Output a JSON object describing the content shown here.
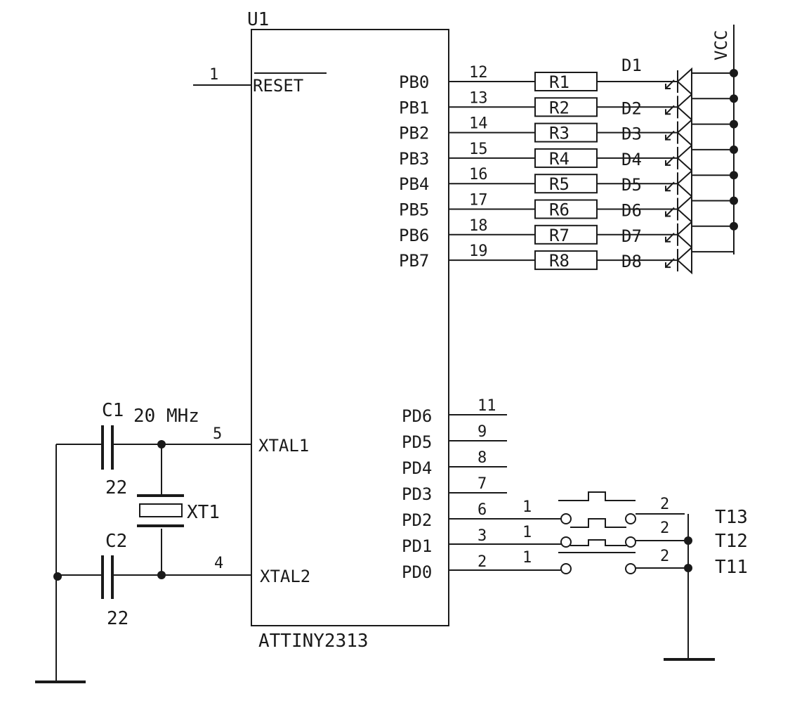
{
  "ic": {
    "ref": "U1",
    "part": "ATTINY2313",
    "left_pins": [
      {
        "num": "1",
        "name": "RESET"
      },
      {
        "num": "5",
        "name": "XTAL1"
      },
      {
        "num": "4",
        "name": "XTAL2"
      }
    ],
    "port_b": [
      {
        "name": "PB0",
        "num": "12",
        "res": "R1",
        "led": "D1"
      },
      {
        "name": "PB1",
        "num": "13",
        "res": "R2",
        "led": "D2"
      },
      {
        "name": "PB2",
        "num": "14",
        "res": "R3",
        "led": "D3"
      },
      {
        "name": "PB3",
        "num": "15",
        "res": "R4",
        "led": "D4"
      },
      {
        "name": "PB4",
        "num": "16",
        "res": "R5",
        "led": "D5"
      },
      {
        "name": "PB5",
        "num": "17",
        "res": "R6",
        "led": "D6"
      },
      {
        "name": "PB6",
        "num": "18",
        "res": "R7",
        "led": "D7"
      },
      {
        "name": "PB7",
        "num": "19",
        "res": "R8",
        "led": "D8"
      }
    ],
    "port_d": [
      {
        "name": "PD6",
        "num": "11"
      },
      {
        "name": "PD5",
        "num": "9"
      },
      {
        "name": "PD4",
        "num": "8"
      },
      {
        "name": "PD3",
        "num": "7"
      },
      {
        "name": "PD2",
        "num": "6"
      },
      {
        "name": "PD1",
        "num": "3"
      },
      {
        "name": "PD0",
        "num": "2"
      }
    ]
  },
  "power": {
    "vcc": "VCC"
  },
  "crystal": {
    "ref": "XT1",
    "freq": "20 MHz"
  },
  "capacitors": [
    {
      "ref": "C1",
      "value": "22"
    },
    {
      "ref": "C2",
      "value": "22"
    }
  ],
  "switches": [
    {
      "ref": "T13",
      "pin_a": "1",
      "pin_b": "2"
    },
    {
      "ref": "T12",
      "pin_a": "1",
      "pin_b": "2"
    },
    {
      "ref": "T11",
      "pin_a": "1",
      "pin_b": "2"
    }
  ]
}
